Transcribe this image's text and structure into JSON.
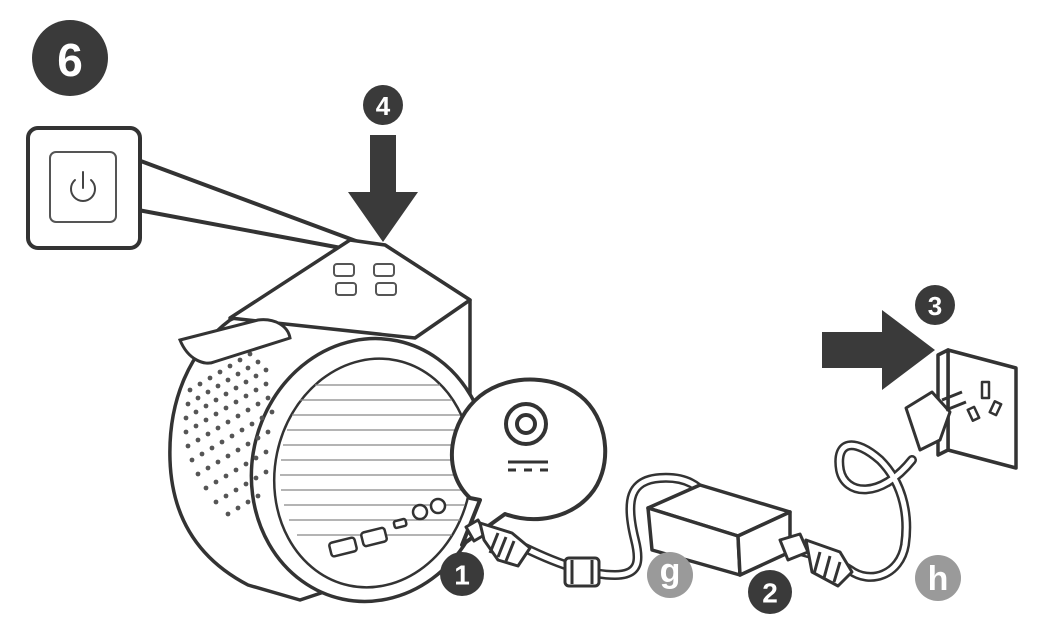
{
  "steps": {
    "main": "6",
    "power_press": "4",
    "plug_in": "3",
    "dc_connect": "1",
    "ac_connect": "2"
  },
  "parts": {
    "adapter": "g",
    "power_cord": "h"
  },
  "icons": {
    "power": "power-icon",
    "dc_jack": "dc-jack-icon",
    "dc_symbol": "dc-symbol-icon",
    "down_arrow": "down-arrow-icon",
    "right_arrow": "right-arrow-icon"
  },
  "colors": {
    "badge_dark": "#3a3a3a",
    "badge_gray": "#9a9a9a",
    "line": "#333333",
    "arrow": "#3a3a3a"
  }
}
